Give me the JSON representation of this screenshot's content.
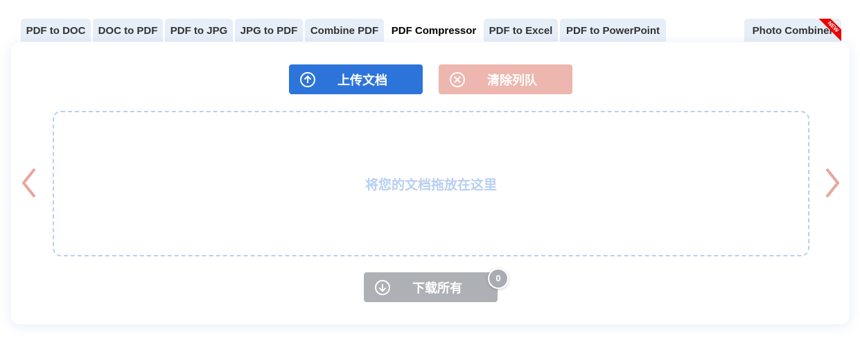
{
  "tabs": [
    {
      "label": "PDF to DOC"
    },
    {
      "label": "DOC to PDF"
    },
    {
      "label": "PDF to JPG"
    },
    {
      "label": "JPG to PDF"
    },
    {
      "label": "Combine PDF"
    },
    {
      "label": "PDF Compressor"
    },
    {
      "label": "PDF to Excel"
    },
    {
      "label": "PDF to PowerPoint"
    },
    {
      "label": "Photo Combiner",
      "badge": "NEW"
    }
  ],
  "upload_label": "上传文档",
  "clear_label": "清除列队",
  "drop_text": "将您的文档拖放在这里",
  "download_label": "下载所有",
  "download_count": "0",
  "colors": {
    "upload": "#2d74da",
    "clear": "#edb6ae",
    "download": "#adb0b4",
    "arrow": "#e8a59c"
  }
}
